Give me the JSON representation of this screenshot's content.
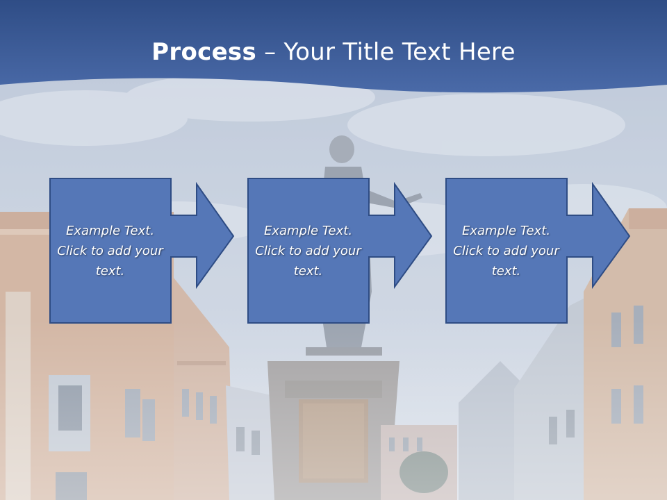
{
  "slide": {
    "title_bold": "Process",
    "title_rest": " – Your Title Text Here"
  },
  "steps": [
    {
      "text": "Example Text. Click  to add your text."
    },
    {
      "text": "Example Text. Click  to add your text."
    },
    {
      "text": "Example Text. Click  to add your text."
    }
  ],
  "colors": {
    "header": "#3e5f9a",
    "box_fill": "#5577b7",
    "box_border": "#2e4c84",
    "text": "#ffffff"
  }
}
